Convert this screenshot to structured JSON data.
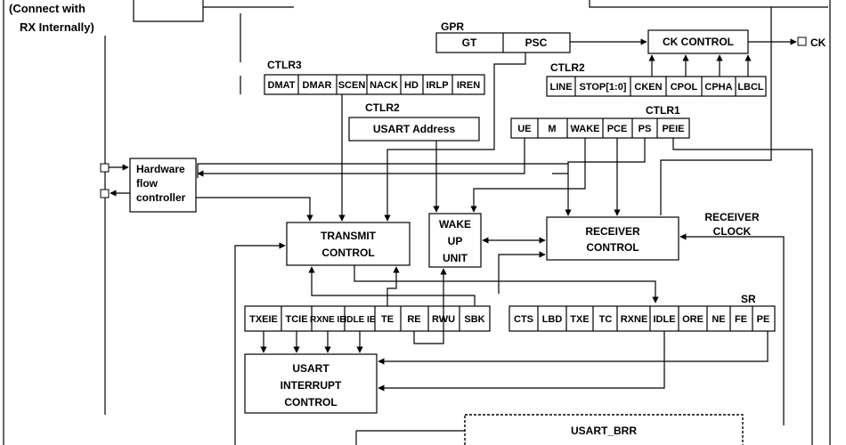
{
  "note": [
    "(Connect with",
    "RX Internally)"
  ],
  "gpr": {
    "label": "GPR",
    "cells": [
      "GT",
      "PSC"
    ]
  },
  "ck_control": {
    "label": "CK CONTROL",
    "pin": "CK"
  },
  "ctlr3": {
    "label": "CTLR3",
    "cells": [
      "DMAT",
      "DMAR",
      "SCEN",
      "NACK",
      "HD",
      "IRLP",
      "IREN"
    ]
  },
  "ctlr2_top": {
    "label": "CTLR2",
    "cells": [
      "LINE",
      "STOP[1:0]",
      "CKEN",
      "CPOL",
      "CPHA",
      "LBCL"
    ]
  },
  "ctlr2_addr": {
    "label": "CTLR2",
    "box": "USART Address"
  },
  "ctlr1_top": {
    "label": "CTLR1",
    "cells": [
      "UE",
      "M",
      "WAKE",
      "PCE",
      "PS",
      "PEIE"
    ]
  },
  "hw_flow": [
    "Hardware",
    "flow",
    "controller"
  ],
  "transmit": [
    "TRANSMIT",
    "CONTROL"
  ],
  "wakeup": [
    "WAKE",
    "UP",
    "UNIT"
  ],
  "receiver": [
    "RECEIVER",
    "CONTROL"
  ],
  "receiver_clock": [
    "RECEIVER",
    "CLOCK"
  ],
  "ctlr1_bottom": {
    "cells": [
      "TXEIE",
      "TCIE",
      "RXNE IE",
      "IDLE IE",
      "TE",
      "RE",
      "RWU",
      "SBK"
    ]
  },
  "sr": {
    "label": "SR",
    "cells": [
      "CTS",
      "LBD",
      "TXE",
      "TC",
      "RXNE",
      "IDLE",
      "ORE",
      "NE",
      "FE",
      "PE"
    ]
  },
  "interrupt": [
    "USART",
    "INTERRUPT",
    "CONTROL"
  ],
  "brr": {
    "label": "USART_BRR"
  }
}
